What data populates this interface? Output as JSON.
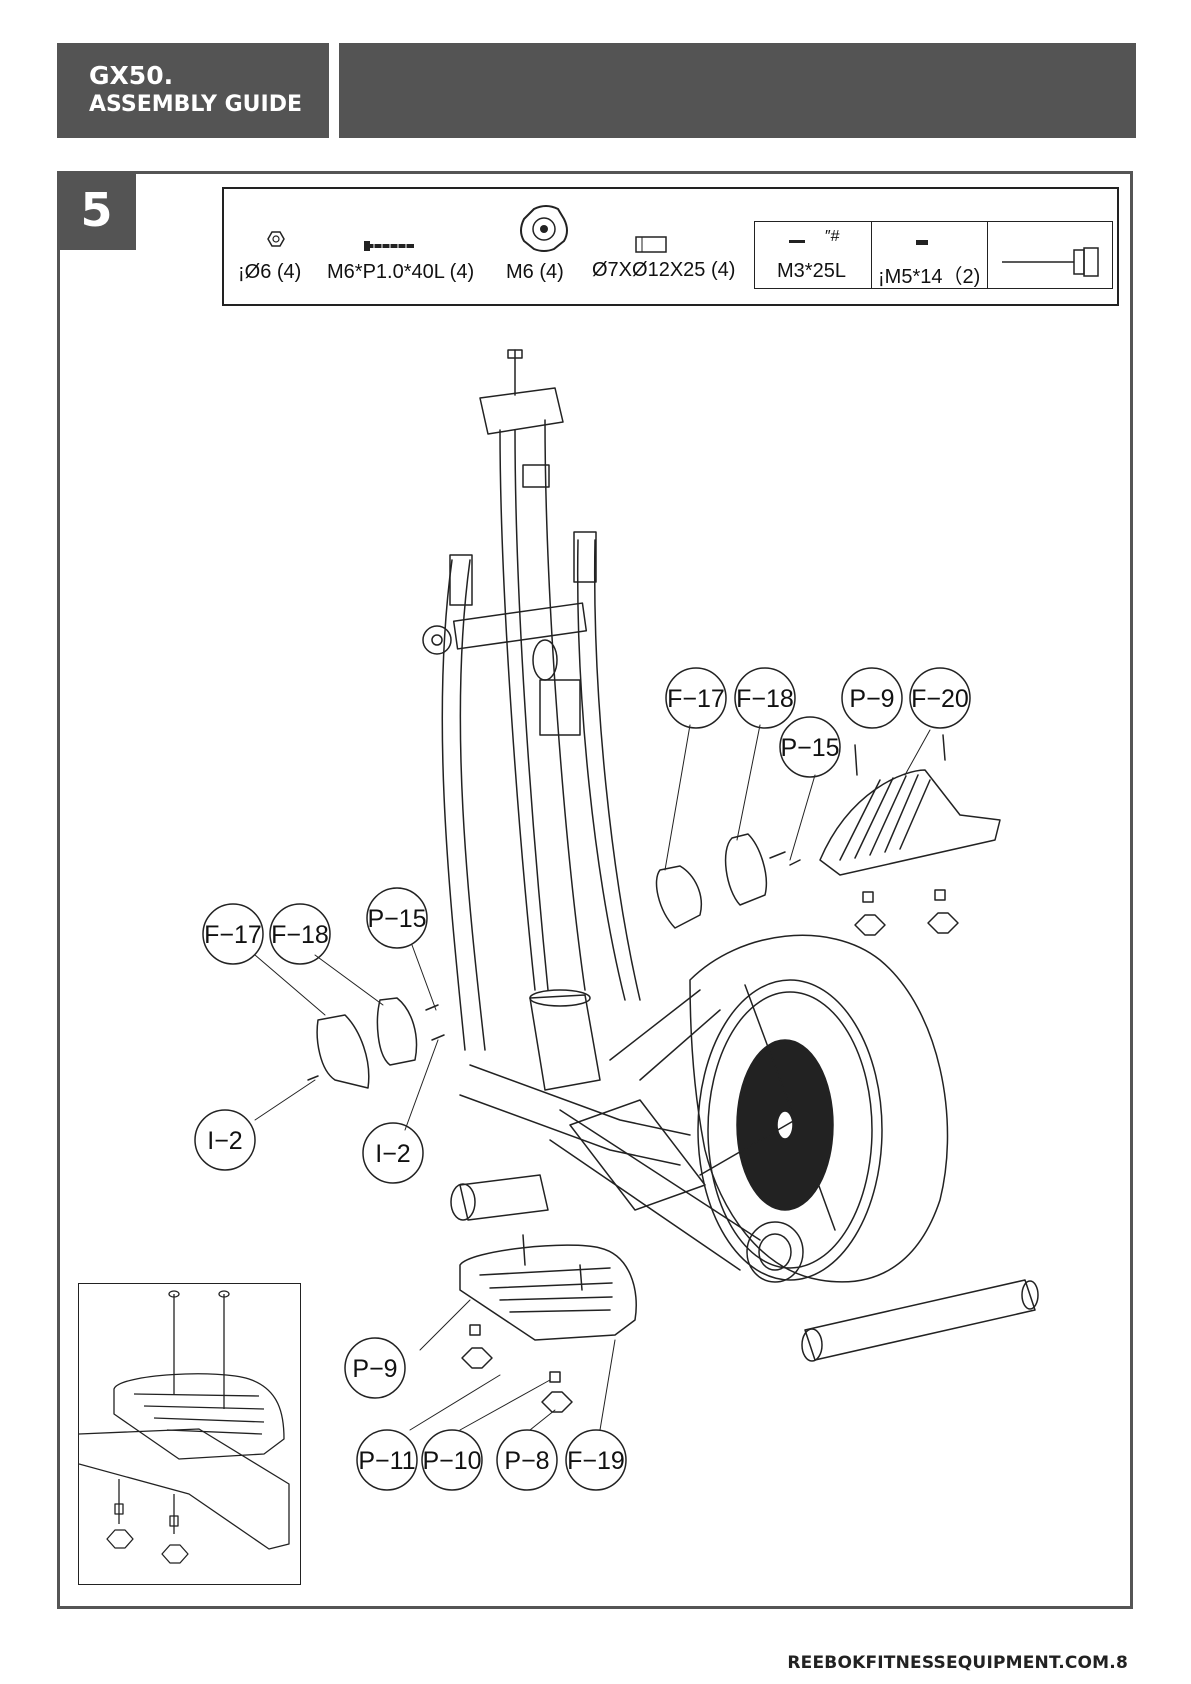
{
  "header": {
    "model": "GX50.",
    "subtitle": "ASSEMBLY GUIDE"
  },
  "step": {
    "number": "5"
  },
  "hardware": [
    {
      "label": "¡Ø6 (4)"
    },
    {
      "label": "M6*P1.0*40L (4)"
    },
    {
      "label": "M6 (4)"
    },
    {
      "label": "Ø7XØ12X25 (4)"
    },
    {
      "label": "M3*25L"
    },
    {
      "label": "¡M5*14（2)"
    }
  ],
  "tool_marks": {
    "glyph": "″#"
  },
  "parts": {
    "f17_left": "F−17",
    "f18_left": "F−18",
    "p15_left": "P−15",
    "i2_a": "I−2",
    "i2_b": "I−2",
    "f17_right": "F−17",
    "f18_right": "F−18",
    "p15_right": "P−15",
    "p9_right": "P−9",
    "f20": "F−20",
    "p9_bottom": "P−9",
    "p11": "P−11",
    "p10": "P−10",
    "p8": "P−8",
    "f19": "F−19"
  },
  "footer": {
    "text": "REEBOKFITNESSEQUIPMENT.COM.8"
  }
}
